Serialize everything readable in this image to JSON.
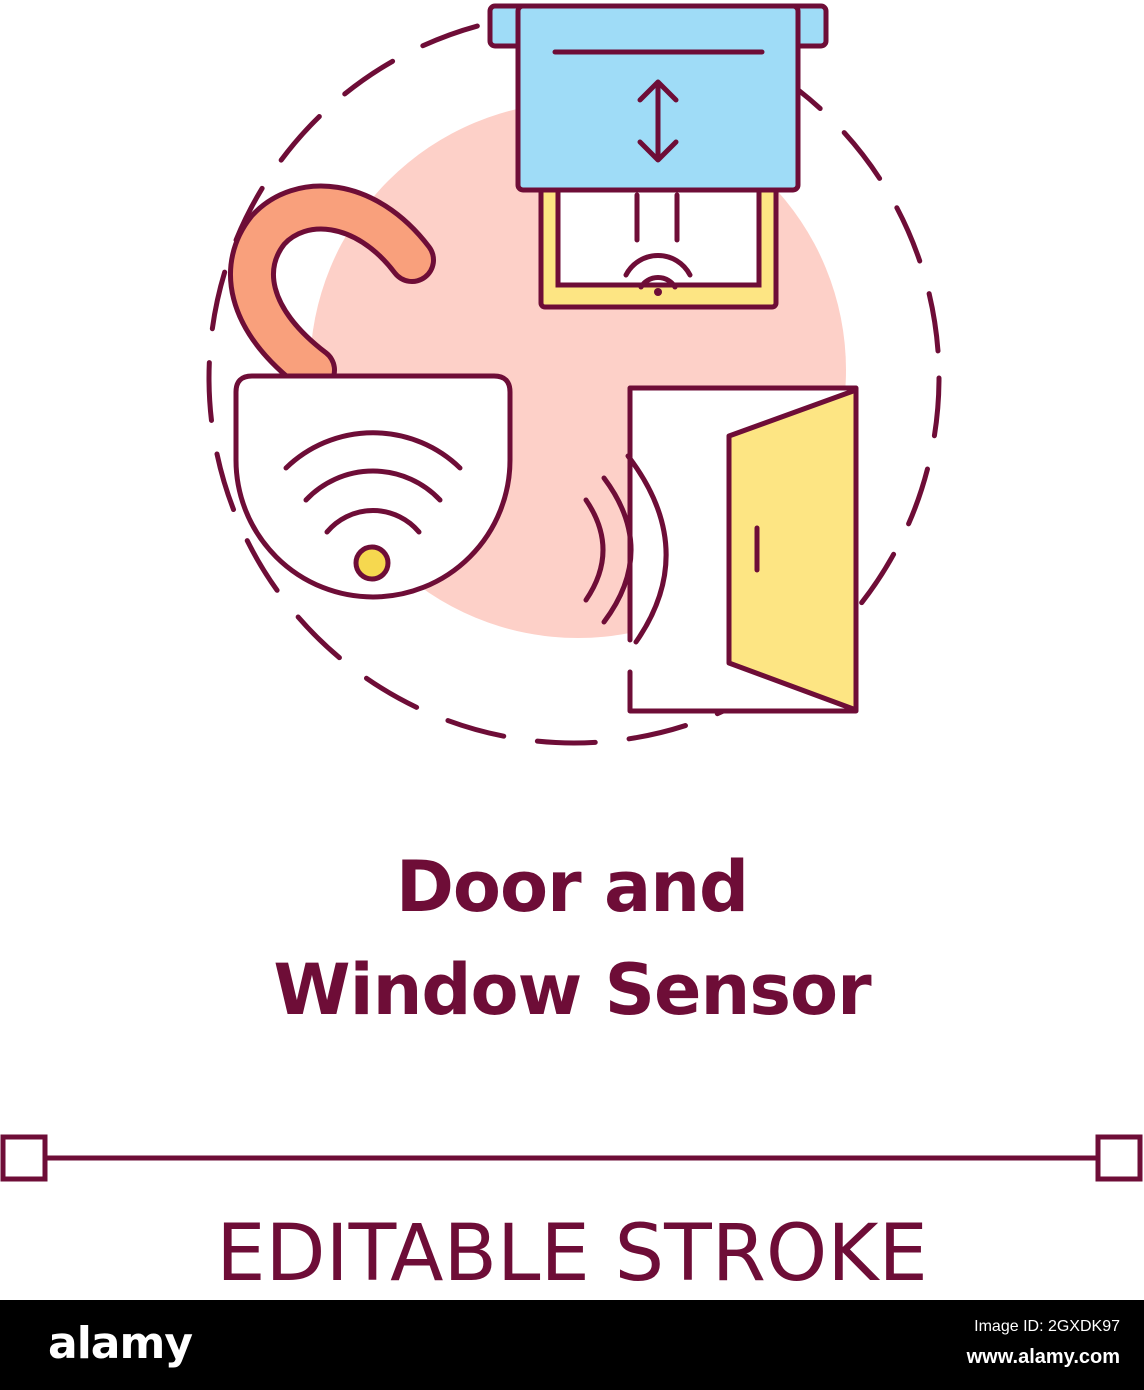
{
  "title": {
    "line1": "Door and",
    "line2": "Window Sensor"
  },
  "label": "EDITABLE STROKE",
  "footer": {
    "logo": "alamy",
    "image_id_label": "Image ID: 2GXDK97",
    "site": "www.alamy.com"
  },
  "icons": [
    "padlock-wifi-icon",
    "window-sensor-icon",
    "door-icon",
    "signal-waves-icon"
  ],
  "colors": {
    "stroke": "#6e0d37",
    "accent_pink": "#fdd0c8",
    "window_blue": "#9fdcf7",
    "door_yellow": "#fde583",
    "shackle_orange": "#f9a07c",
    "dot_yellow": "#f6d84f"
  }
}
